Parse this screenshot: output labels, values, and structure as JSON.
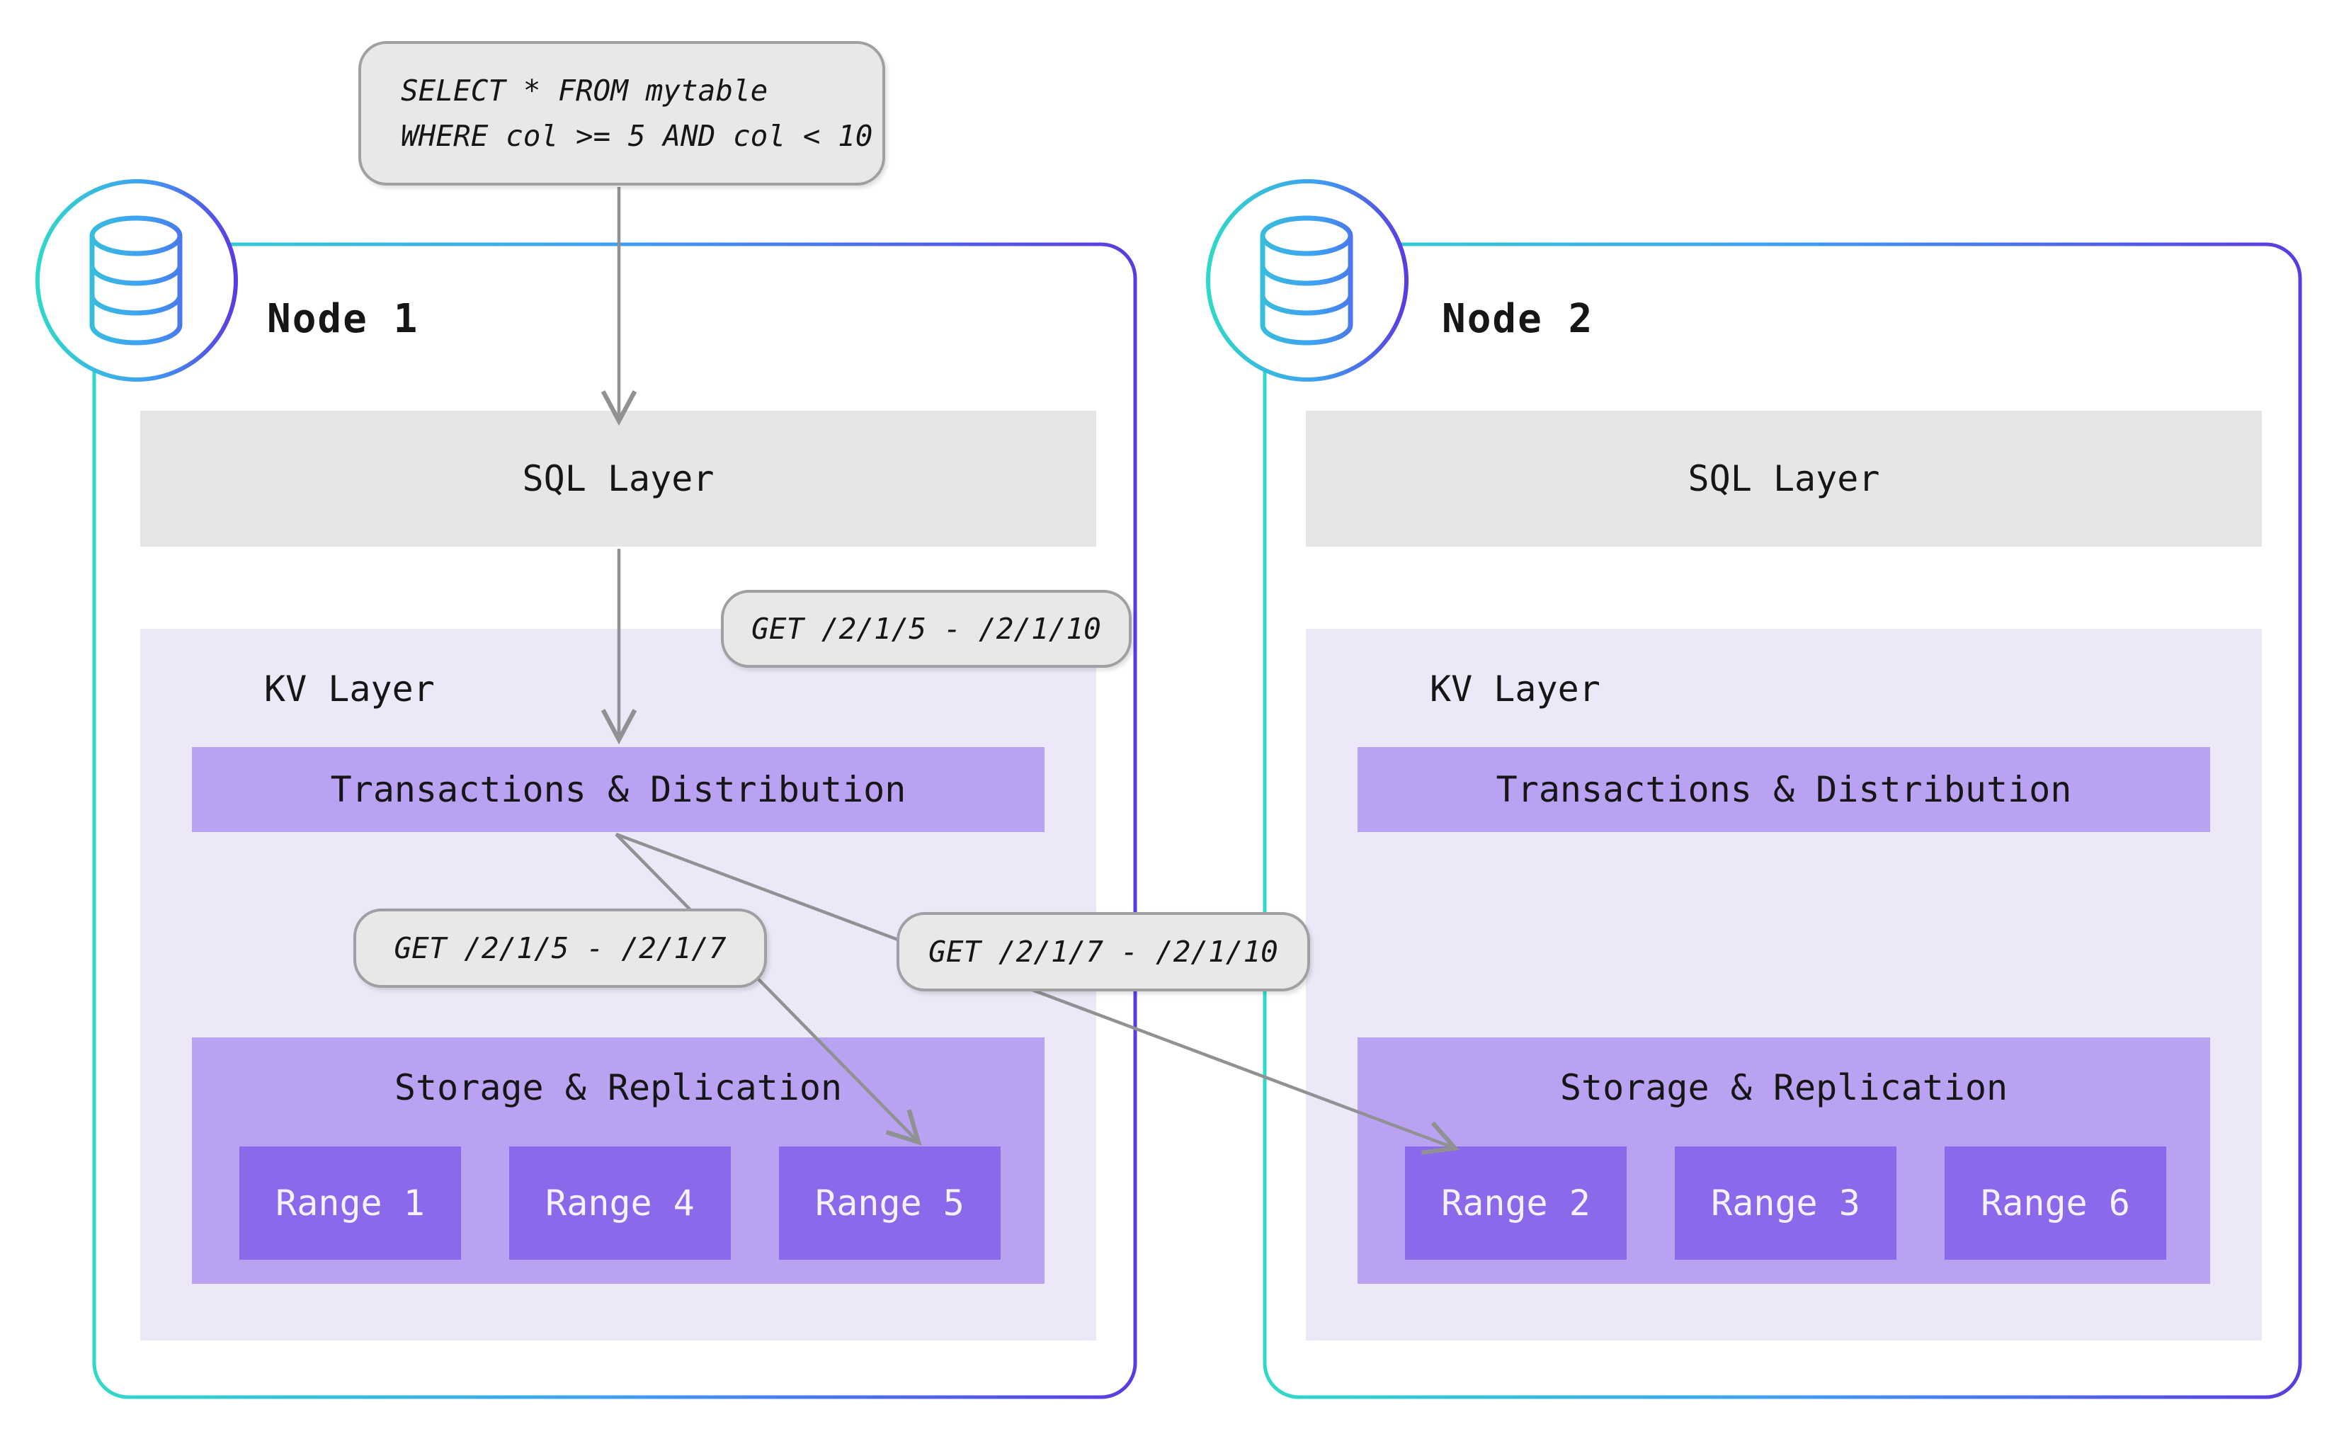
{
  "query": {
    "lines": [
      "SELECT * FROM mytable",
      "WHERE col >= 5 AND col < 10"
    ]
  },
  "get_labels": {
    "root": "GET /2/1/5 - /2/1/10",
    "left_split": "GET /2/1/5 - /2/1/7",
    "right_split": "GET /2/1/7 - /2/1/10"
  },
  "nodes": [
    {
      "title": "Node 1",
      "sql": "SQL Layer",
      "kv": "KV Layer",
      "transactions": "Transactions & Distribution",
      "storage": "Storage & Replication",
      "ranges": [
        "Range 1",
        "Range 4",
        "Range 5"
      ]
    },
    {
      "title": "Node 2",
      "sql": "SQL Layer",
      "kv": "KV Layer",
      "transactions": "Transactions & Distribution",
      "storage": "Storage & Replication",
      "ranges": [
        "Range 2",
        "Range 3",
        "Range 6"
      ]
    }
  ],
  "icons": [
    "database-icon",
    "arrow-down-icon",
    "arrow-diagonal-icon"
  ],
  "colors": {
    "node_border_start": "#2fd9c7",
    "node_border_mid": "#3f9ff3",
    "node_border_end": "#5b3be0",
    "layer_gray": "#e5e6e5",
    "label_gray": "#e7e8e7",
    "label_border": "#9ea0a3",
    "kv_bg": "#ece8f8",
    "purple_mid": "#b9a2f1",
    "purple_dark": "#8c69ea",
    "arrow": "#8f9193"
  }
}
